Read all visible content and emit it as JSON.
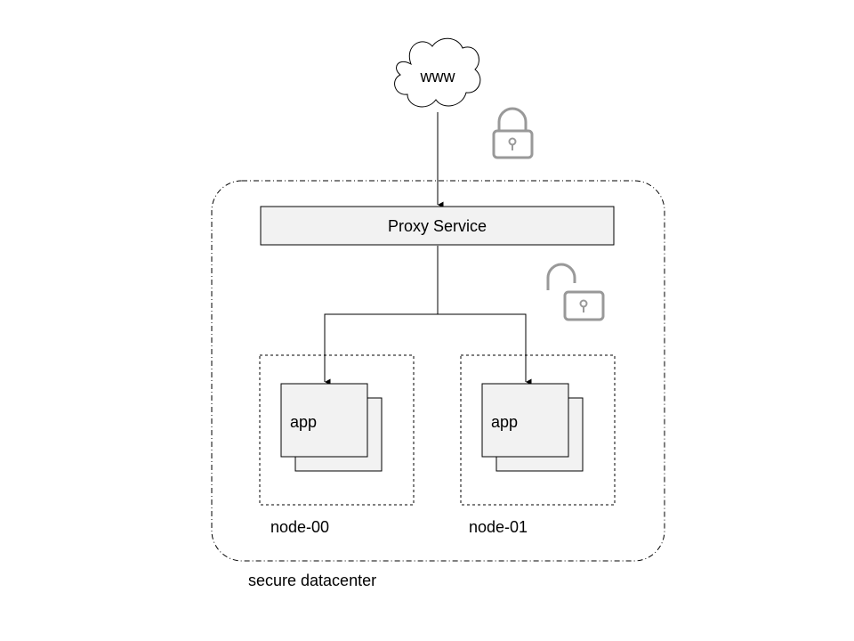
{
  "internet": {
    "label": "www"
  },
  "proxy": {
    "label": "Proxy Service"
  },
  "datacenter": {
    "label": "secure datacenter"
  },
  "nodes": [
    {
      "label": "node-00",
      "app_label": "app"
    },
    {
      "label": "node-01",
      "app_label": "app"
    }
  ],
  "icons": {
    "upper": "locked-padlock-icon",
    "lower": "unlocked-padlock-icon"
  },
  "colors": {
    "stroke": "#000000",
    "fill": "#f2f2f2",
    "icon": "#999999",
    "background": "#ffffff"
  }
}
